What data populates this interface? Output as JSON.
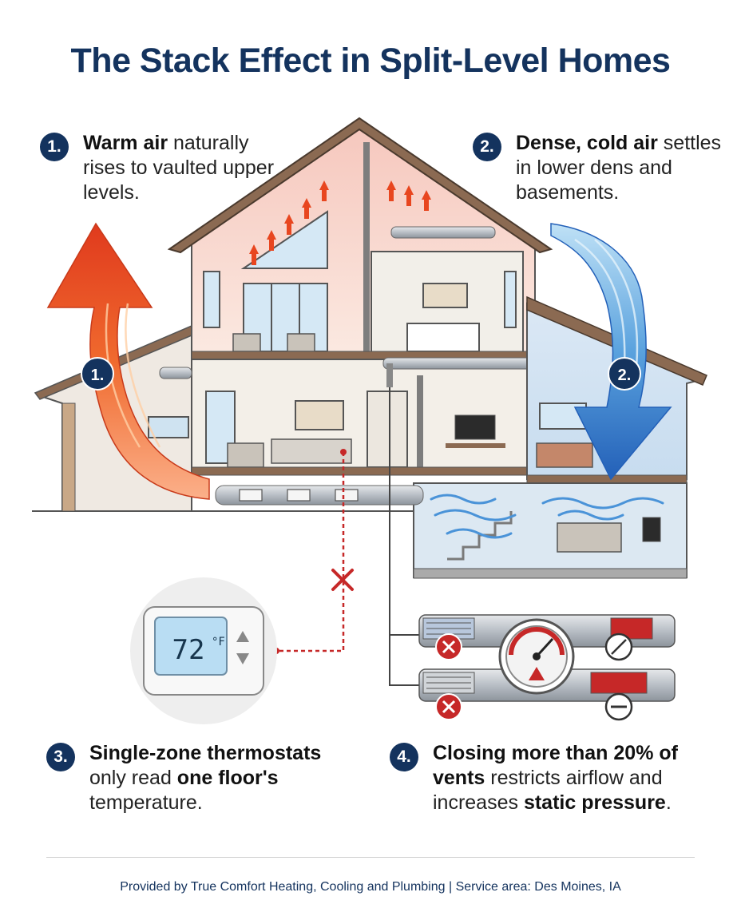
{
  "title": "The Stack Effect in Split-Level Homes",
  "callouts": [
    {
      "number": "1.",
      "bold": "Warm air",
      "text_a": " naturally rises to vaulted upper levels."
    },
    {
      "number": "2.",
      "bold": "Dense, cold air",
      "text_a": " settles in lower dens and basements."
    },
    {
      "number": "3.",
      "bold": "Single-zone thermostats",
      "text_a": " only read ",
      "bold2": "one floor's",
      "text_b": " temperature."
    },
    {
      "number": "4.",
      "bold": "Closing more than 20% of vents",
      "text_a": " restricts airflow and increases ",
      "bold2": "static pressure",
      "text_b": "."
    }
  ],
  "markers": {
    "warm": "1.",
    "cold": "2."
  },
  "thermostat": {
    "temp": "72",
    "unit": "°F"
  },
  "footer": "Provided by True Comfort Heating, Cooling and Plumbing | Service area: Des Moines, IA",
  "colors": {
    "navy": "#14335e",
    "warm": "#e8461f",
    "cold": "#2f73c9",
    "alert": "#c62828"
  },
  "icons": [
    "up-arrow-icon",
    "down-arrow-icon",
    "close-x-icon",
    "pressure-gauge-icon",
    "warning-icon"
  ]
}
